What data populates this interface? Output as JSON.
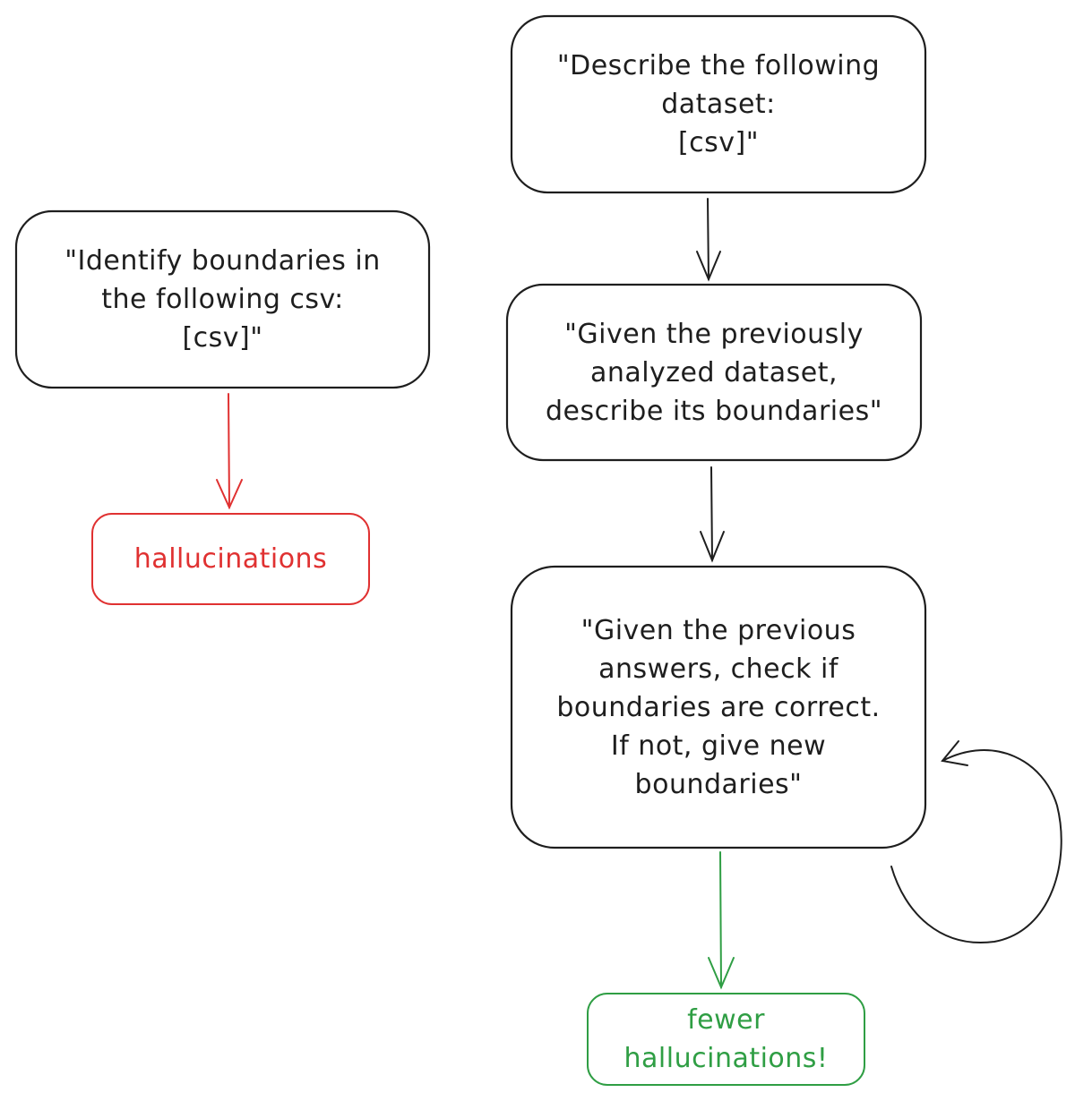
{
  "nodes": {
    "describe_dataset": {
      "lines": [
        "\"Describe the following",
        "dataset:",
        "[csv]\""
      ]
    },
    "identify_boundaries": {
      "lines": [
        "\"Identify boundaries in",
        "the following csv:",
        "[csv]\""
      ]
    },
    "given_previously": {
      "lines": [
        "\"Given the previously",
        "analyzed dataset,",
        "describe its boundaries\""
      ]
    },
    "check_boundaries": {
      "lines": [
        "\"Given the previous",
        "answers, check if",
        "boundaries are correct.",
        "If not, give new",
        "boundaries\""
      ]
    },
    "hallucinations": {
      "lines": [
        "hallucinations"
      ]
    },
    "fewer_hallucinations": {
      "lines": [
        "fewer",
        "hallucinations!"
      ]
    }
  },
  "colors": {
    "stroke": "#1e1e1e",
    "red": "#e03131",
    "green": "#2f9e44"
  }
}
